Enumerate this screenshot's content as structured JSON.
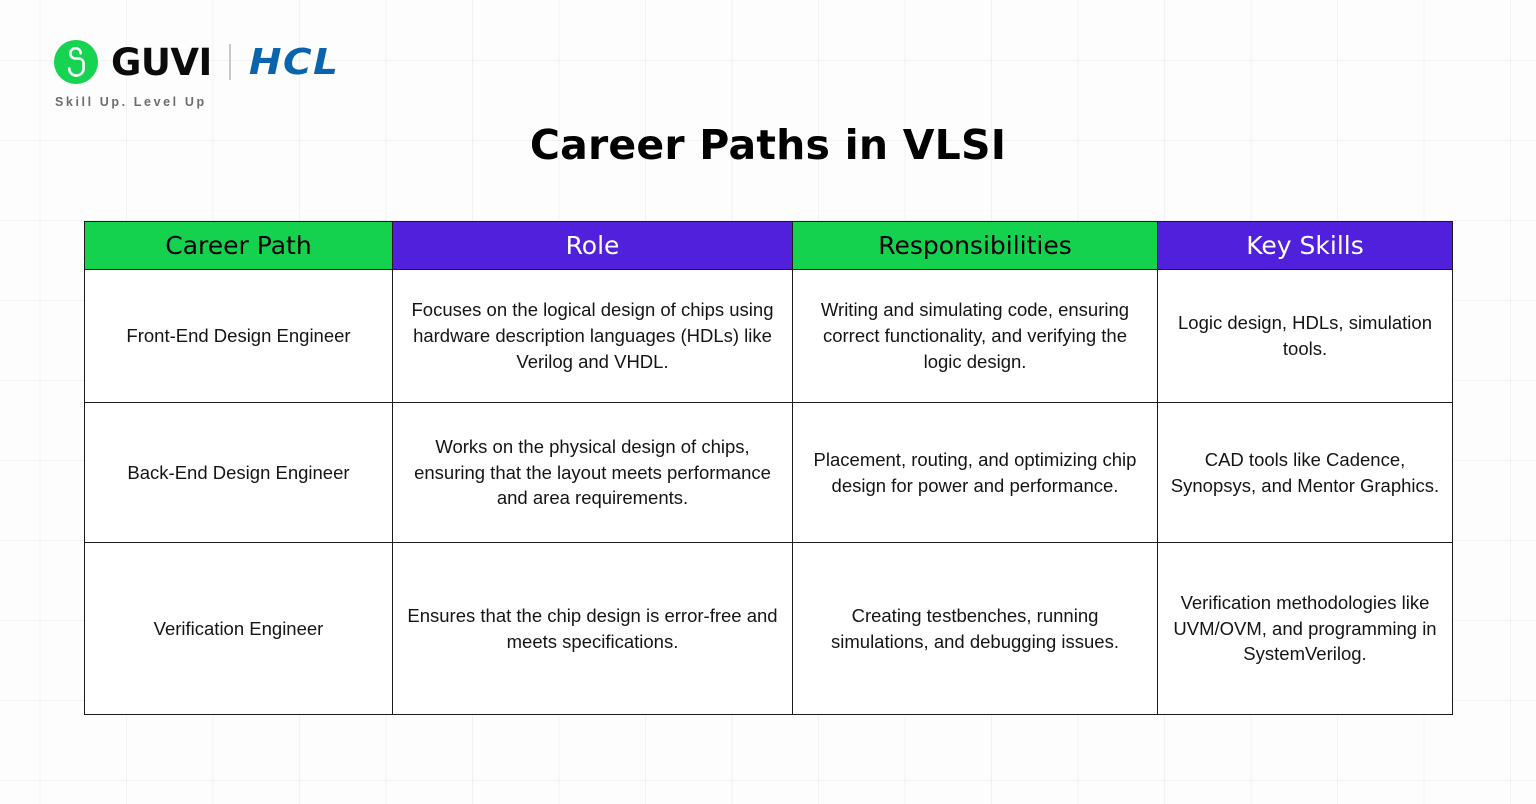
{
  "brand": {
    "logo_icon": "guvi-circle-g-icon",
    "guvi_name": "GUVI",
    "partner_name": "HCL",
    "tagline": "Skill Up. Level Up",
    "colors": {
      "guvi_green": "#16D352",
      "hcl_blue": "#0A63AD",
      "tagline_gray": "#6d6d6d"
    }
  },
  "page": {
    "title": "Career Paths in VLSI",
    "background": "#fdfdfd"
  },
  "table": {
    "header_colors": {
      "green": "#14D24E",
      "purple": "#5020DC",
      "green_text": "#000000",
      "purple_text": "#ffffff",
      "border": "#1b1b1b"
    },
    "columns": [
      {
        "label": "Career Path",
        "style": "green"
      },
      {
        "label": "Role",
        "style": "purple"
      },
      {
        "label": "Responsibilities",
        "style": "green"
      },
      {
        "label": "Key Skills",
        "style": "purple"
      }
    ],
    "rows": [
      {
        "career_path": "Front-End Design Engineer",
        "role": "Focuses on the logical design of chips using hardware description languages (HDLs) like Verilog and VHDL.",
        "responsibilities": "Writing and simulating code, ensuring correct functionality, and verifying the logic design.",
        "key_skills": "Logic design, HDLs, simulation tools."
      },
      {
        "career_path": "Back-End Design Engineer",
        "role": "Works on the physical design of chips, ensuring that the layout meets performance and area requirements.",
        "responsibilities": "Placement, routing, and optimizing chip design for power and performance.",
        "key_skills": "CAD tools like Cadence, Synopsys, and Mentor Graphics."
      },
      {
        "career_path": "Verification Engineer",
        "role": "Ensures that the chip design is error-free and meets specifications.",
        "responsibilities": "Creating testbenches, running simulations, and debugging issues.",
        "key_skills": "Verification methodologies like UVM/OVM, and programming in SystemVerilog."
      }
    ]
  }
}
